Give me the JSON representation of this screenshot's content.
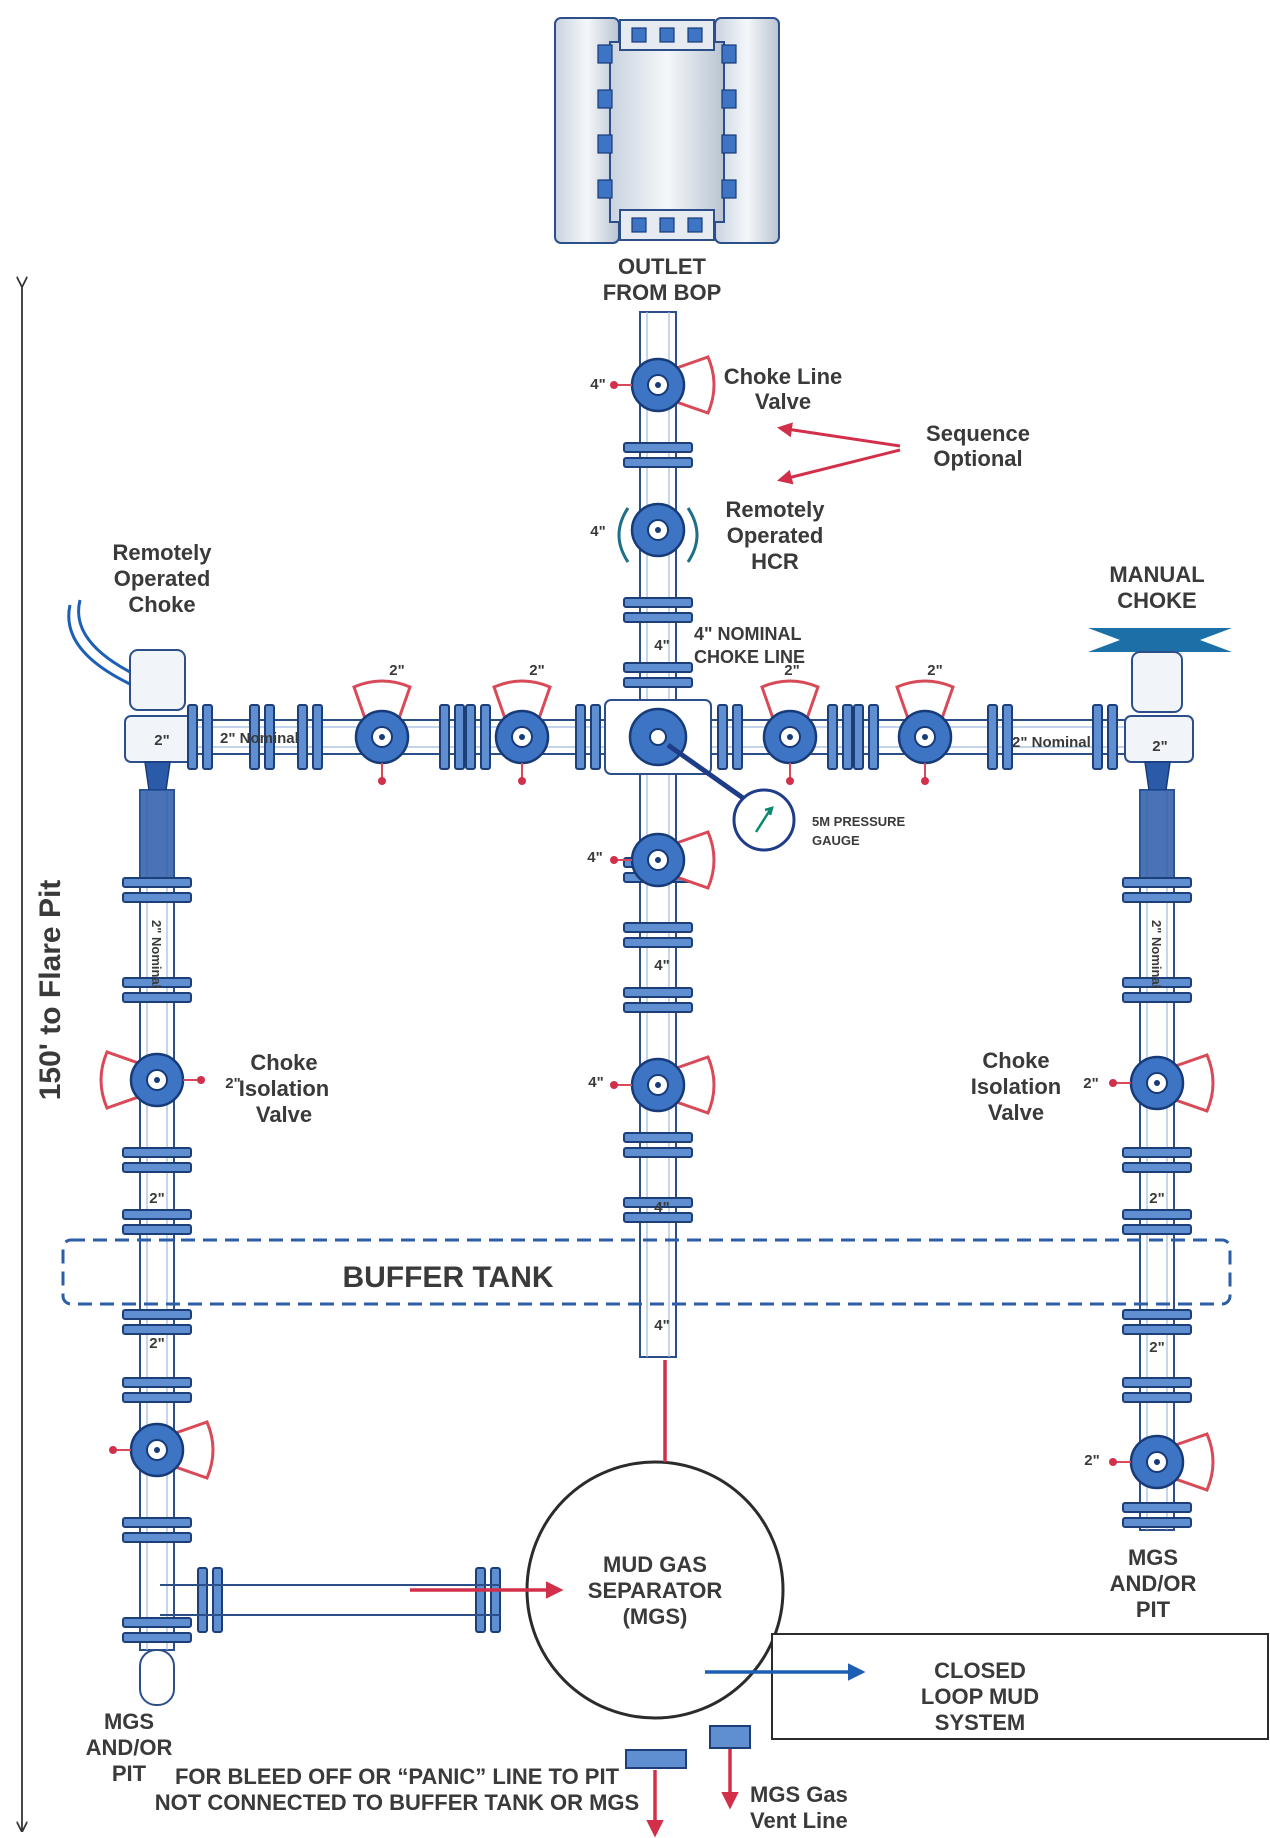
{
  "labels": {
    "outlet_line1": "OUTLET",
    "outlet_line2": "FROM BOP",
    "choke_line_valve_1": "Choke Line",
    "choke_line_valve_2": "Valve",
    "sequence_1": "Sequence",
    "sequence_2": "Optional",
    "hcr_1": "Remotely",
    "hcr_2": "Operated",
    "hcr_3": "HCR",
    "remote_choke_1": "Remotely",
    "remote_choke_2": "Operated",
    "remote_choke_3": "Choke",
    "manual_choke_1": "MANUAL",
    "manual_choke_2": "CHOKE",
    "nominal_choke_line_1": "4\" NOMINAL",
    "nominal_choke_line_2": "CHOKE LINE",
    "pressure_gauge_1": "5M PRESSURE",
    "pressure_gauge_2": "GAUGE",
    "flare_pit": "150' to Flare Pit",
    "iso_left_1": "Choke",
    "iso_left_2": "Isolation",
    "iso_left_3": "Valve",
    "iso_right_1": "Choke",
    "iso_right_2": "Isolation",
    "iso_right_3": "Valve",
    "buffer_tank": "BUFFER TANK",
    "mgs_1": "MUD GAS",
    "mgs_2": "SEPARATOR",
    "mgs_3": "(MGS)",
    "mgs_pit_right_1": "MGS",
    "mgs_pit_right_2": "AND/OR",
    "mgs_pit_right_3": "PIT",
    "mgs_pit_left_1": "MGS",
    "mgs_pit_left_2": "AND/OR",
    "mgs_pit_left_3": "PIT",
    "closed_loop_1": "CLOSED",
    "closed_loop_2": "LOOP MUD",
    "closed_loop_3": "SYSTEM",
    "bleed_1": "FOR BLEED OFF OR “PANIC” LINE TO PIT",
    "bleed_2": "NOT CONNECTED TO BUFFER TANK OR  MGS",
    "gas_vent_1": "MGS Gas",
    "gas_vent_2": "Vent Line",
    "nominal_2in": "2\" Nominal",
    "size_4in": "4\"",
    "size_2in": "2\""
  },
  "colors": {
    "pipe_outline": "#2c4f8a",
    "valve_blue": "#3e74c4",
    "handle_red": "#d84a58",
    "flow_red": "#d2304a",
    "flow_blue": "#1d5fb5",
    "buffer_dash": "#2c5ea8",
    "text": "#3a3a3a"
  },
  "icons": {
    "valve": "gate-valve-icon",
    "gauge": "pressure-gauge-icon",
    "flange": "flange-icon",
    "bop": "bop-stack-icon"
  }
}
